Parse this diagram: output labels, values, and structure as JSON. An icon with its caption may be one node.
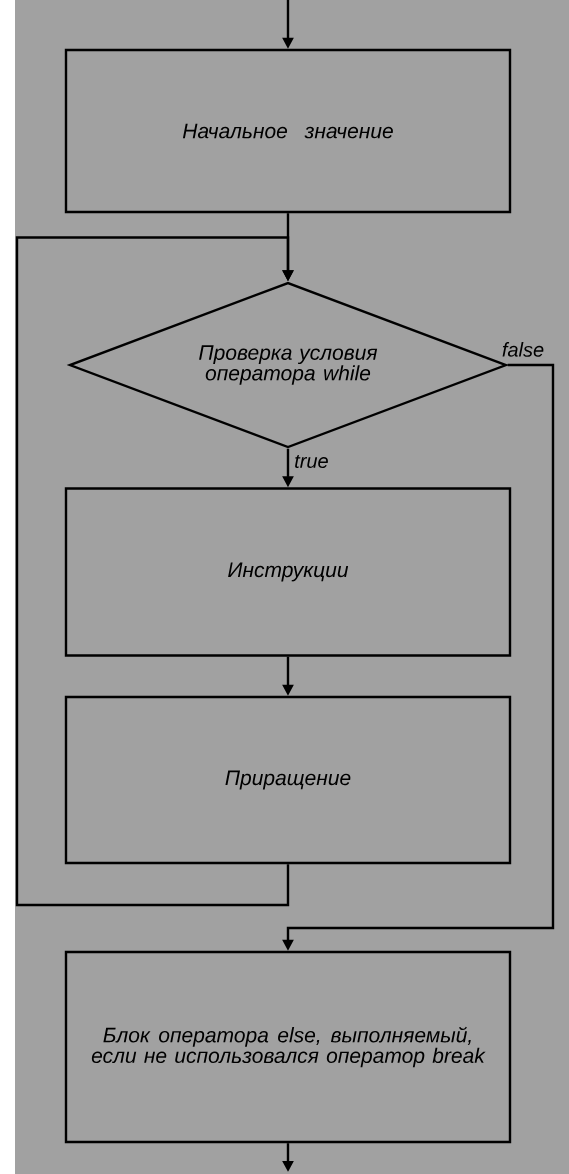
{
  "diagram": {
    "nodes": [
      {
        "text": [
          "Начальное значение"
        ]
      },
      {
        "text": [
          "Проверка условия оператора while"
        ]
      },
      {
        "text": [
          "Инструкции"
        ]
      },
      {
        "text": [
          "Приращение"
        ]
      },
      {
        "text": [
          "Блок оператора else, выполняемый, если не использовался оператор break"
        ]
      }
    ],
    "edges": [
      {
        "from": null,
        "to": 0,
        "arrow": "to"
      },
      {
        "from": 0,
        "to": 1,
        "arrow": "to"
      },
      {
        "from": 1,
        "to": 2,
        "arrow": "to",
        "label": "true"
      },
      {
        "from": 2,
        "to": 3,
        "arrow": "to"
      },
      {
        "from": 3,
        "to": 1,
        "arrow": "to"
      },
      {
        "from": 1,
        "to": 4,
        "arrow": "to",
        "label": "false"
      },
      {
        "from": 4,
        "to": null,
        "arrow": "to"
      }
    ]
  }
}
